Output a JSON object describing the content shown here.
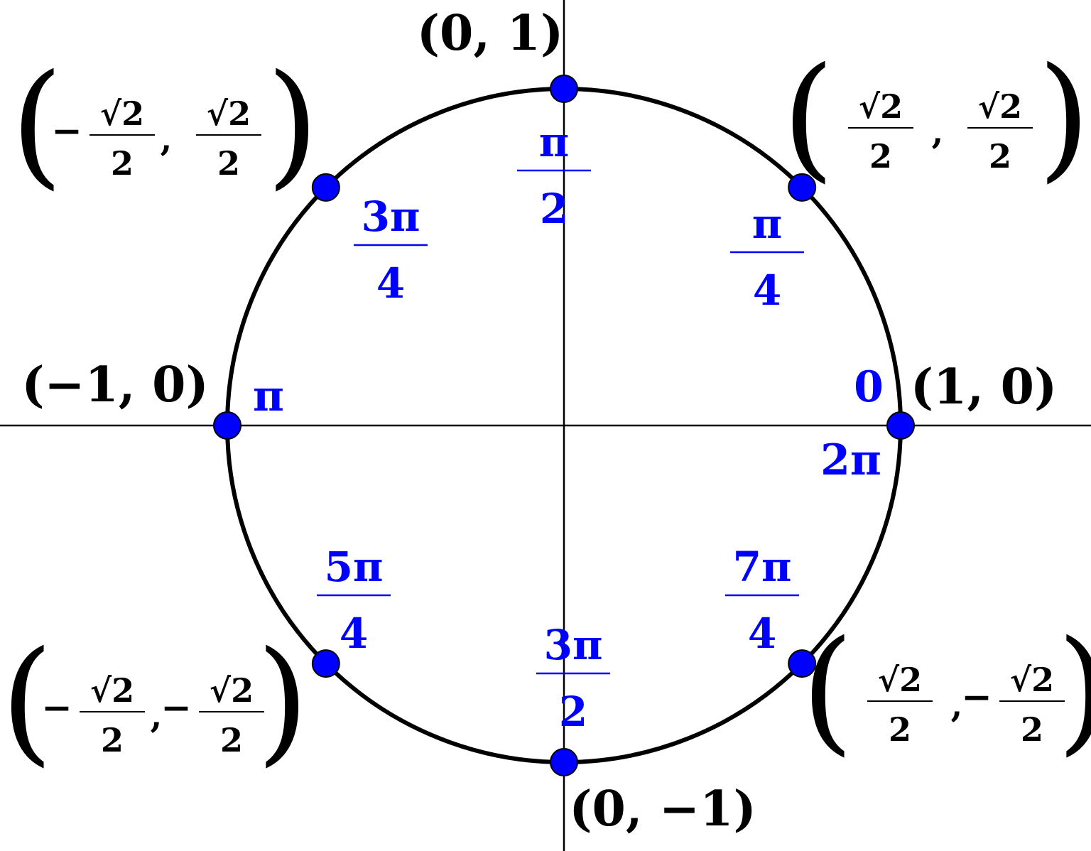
{
  "colors": {
    "accent": "#0000ff",
    "axis": "#000000",
    "circle": "#000000",
    "text": "#000000"
  },
  "points": [
    {
      "id": "0",
      "angle_rad_over_pi": 0,
      "coordinate": {
        "type": "plain",
        "text": "(1, 0)"
      },
      "angle_labels": [
        {
          "type": "plain",
          "text": "0"
        },
        {
          "type": "plain",
          "text": "2π"
        }
      ]
    },
    {
      "id": "pi-4",
      "angle_rad_over_pi": 0.25,
      "coordinate": {
        "type": "sqrt-pair",
        "x": {
          "sign": "",
          "num": "√2",
          "den": "2"
        },
        "y": {
          "sign": "",
          "num": "√2",
          "den": "2"
        }
      },
      "angle_labels": [
        {
          "type": "fraction",
          "num": "π",
          "den": "4"
        }
      ]
    },
    {
      "id": "pi-2",
      "angle_rad_over_pi": 0.5,
      "coordinate": {
        "type": "plain",
        "text": "(0, 1)"
      },
      "angle_labels": [
        {
          "type": "fraction",
          "num": "π",
          "den": "2"
        }
      ]
    },
    {
      "id": "3pi-4",
      "angle_rad_over_pi": 0.75,
      "coordinate": {
        "type": "sqrt-pair",
        "x": {
          "sign": "−",
          "num": "√2",
          "den": "2"
        },
        "y": {
          "sign": "",
          "num": "√2",
          "den": "2"
        }
      },
      "angle_labels": [
        {
          "type": "fraction",
          "num": "3π",
          "den": "4"
        }
      ]
    },
    {
      "id": "pi",
      "angle_rad_over_pi": 1,
      "coordinate": {
        "type": "plain",
        "text": "(−1, 0)"
      },
      "angle_labels": [
        {
          "type": "plain",
          "text": "π"
        }
      ]
    },
    {
      "id": "5pi-4",
      "angle_rad_over_pi": 1.25,
      "coordinate": {
        "type": "sqrt-pair",
        "x": {
          "sign": "−",
          "num": "√2",
          "den": "2"
        },
        "y": {
          "sign": "−",
          "num": "√2",
          "den": "2"
        }
      },
      "angle_labels": [
        {
          "type": "fraction",
          "num": "5π",
          "den": "4"
        }
      ]
    },
    {
      "id": "3pi-2",
      "angle_rad_over_pi": 1.5,
      "coordinate": {
        "type": "plain",
        "text": "(0, −1)"
      },
      "angle_labels": [
        {
          "type": "fraction",
          "num": "3π",
          "den": "2"
        }
      ]
    },
    {
      "id": "7pi-4",
      "angle_rad_over_pi": 1.75,
      "coordinate": {
        "type": "sqrt-pair",
        "x": {
          "sign": "",
          "num": "√2",
          "den": "2"
        },
        "y": {
          "sign": "−",
          "num": "√2",
          "den": "2"
        }
      },
      "angle_labels": [
        {
          "type": "fraction",
          "num": "7π",
          "den": "4"
        }
      ]
    }
  ]
}
